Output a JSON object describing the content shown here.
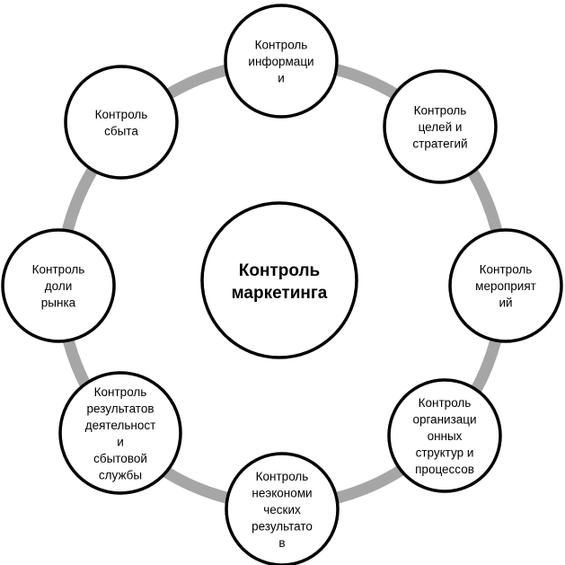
{
  "colors": {
    "ring": "#a6a6a6",
    "node_border": "#000000",
    "node_fill": "#ffffff",
    "text": "#000000"
  },
  "center": {
    "lines": [
      "Контроль",
      "маркетинга"
    ]
  },
  "nodes": [
    {
      "id": "information",
      "lines": [
        "Контроль",
        "информаци",
        "и"
      ]
    },
    {
      "id": "goals-strategies",
      "lines": [
        "Контроль",
        "целей и",
        "стратегий"
      ]
    },
    {
      "id": "events",
      "lines": [
        "Контроль",
        "мероприят",
        "ий"
      ]
    },
    {
      "id": "org-structures",
      "lines": [
        "Контроль",
        "организаци",
        "онных",
        "структур и",
        "процессов"
      ]
    },
    {
      "id": "non-economic-results",
      "lines": [
        "Контроль",
        "неэкономи",
        "ческих",
        "результато",
        "в"
      ]
    },
    {
      "id": "sales-service-results",
      "lines": [
        "Контроль",
        "результатов",
        "деятельност",
        "и",
        "сбытовой",
        "службы"
      ]
    },
    {
      "id": "market-share",
      "lines": [
        "Контроль",
        "доли",
        "рынка"
      ]
    },
    {
      "id": "sales",
      "lines": [
        "Контроль",
        "сбыта"
      ]
    }
  ]
}
